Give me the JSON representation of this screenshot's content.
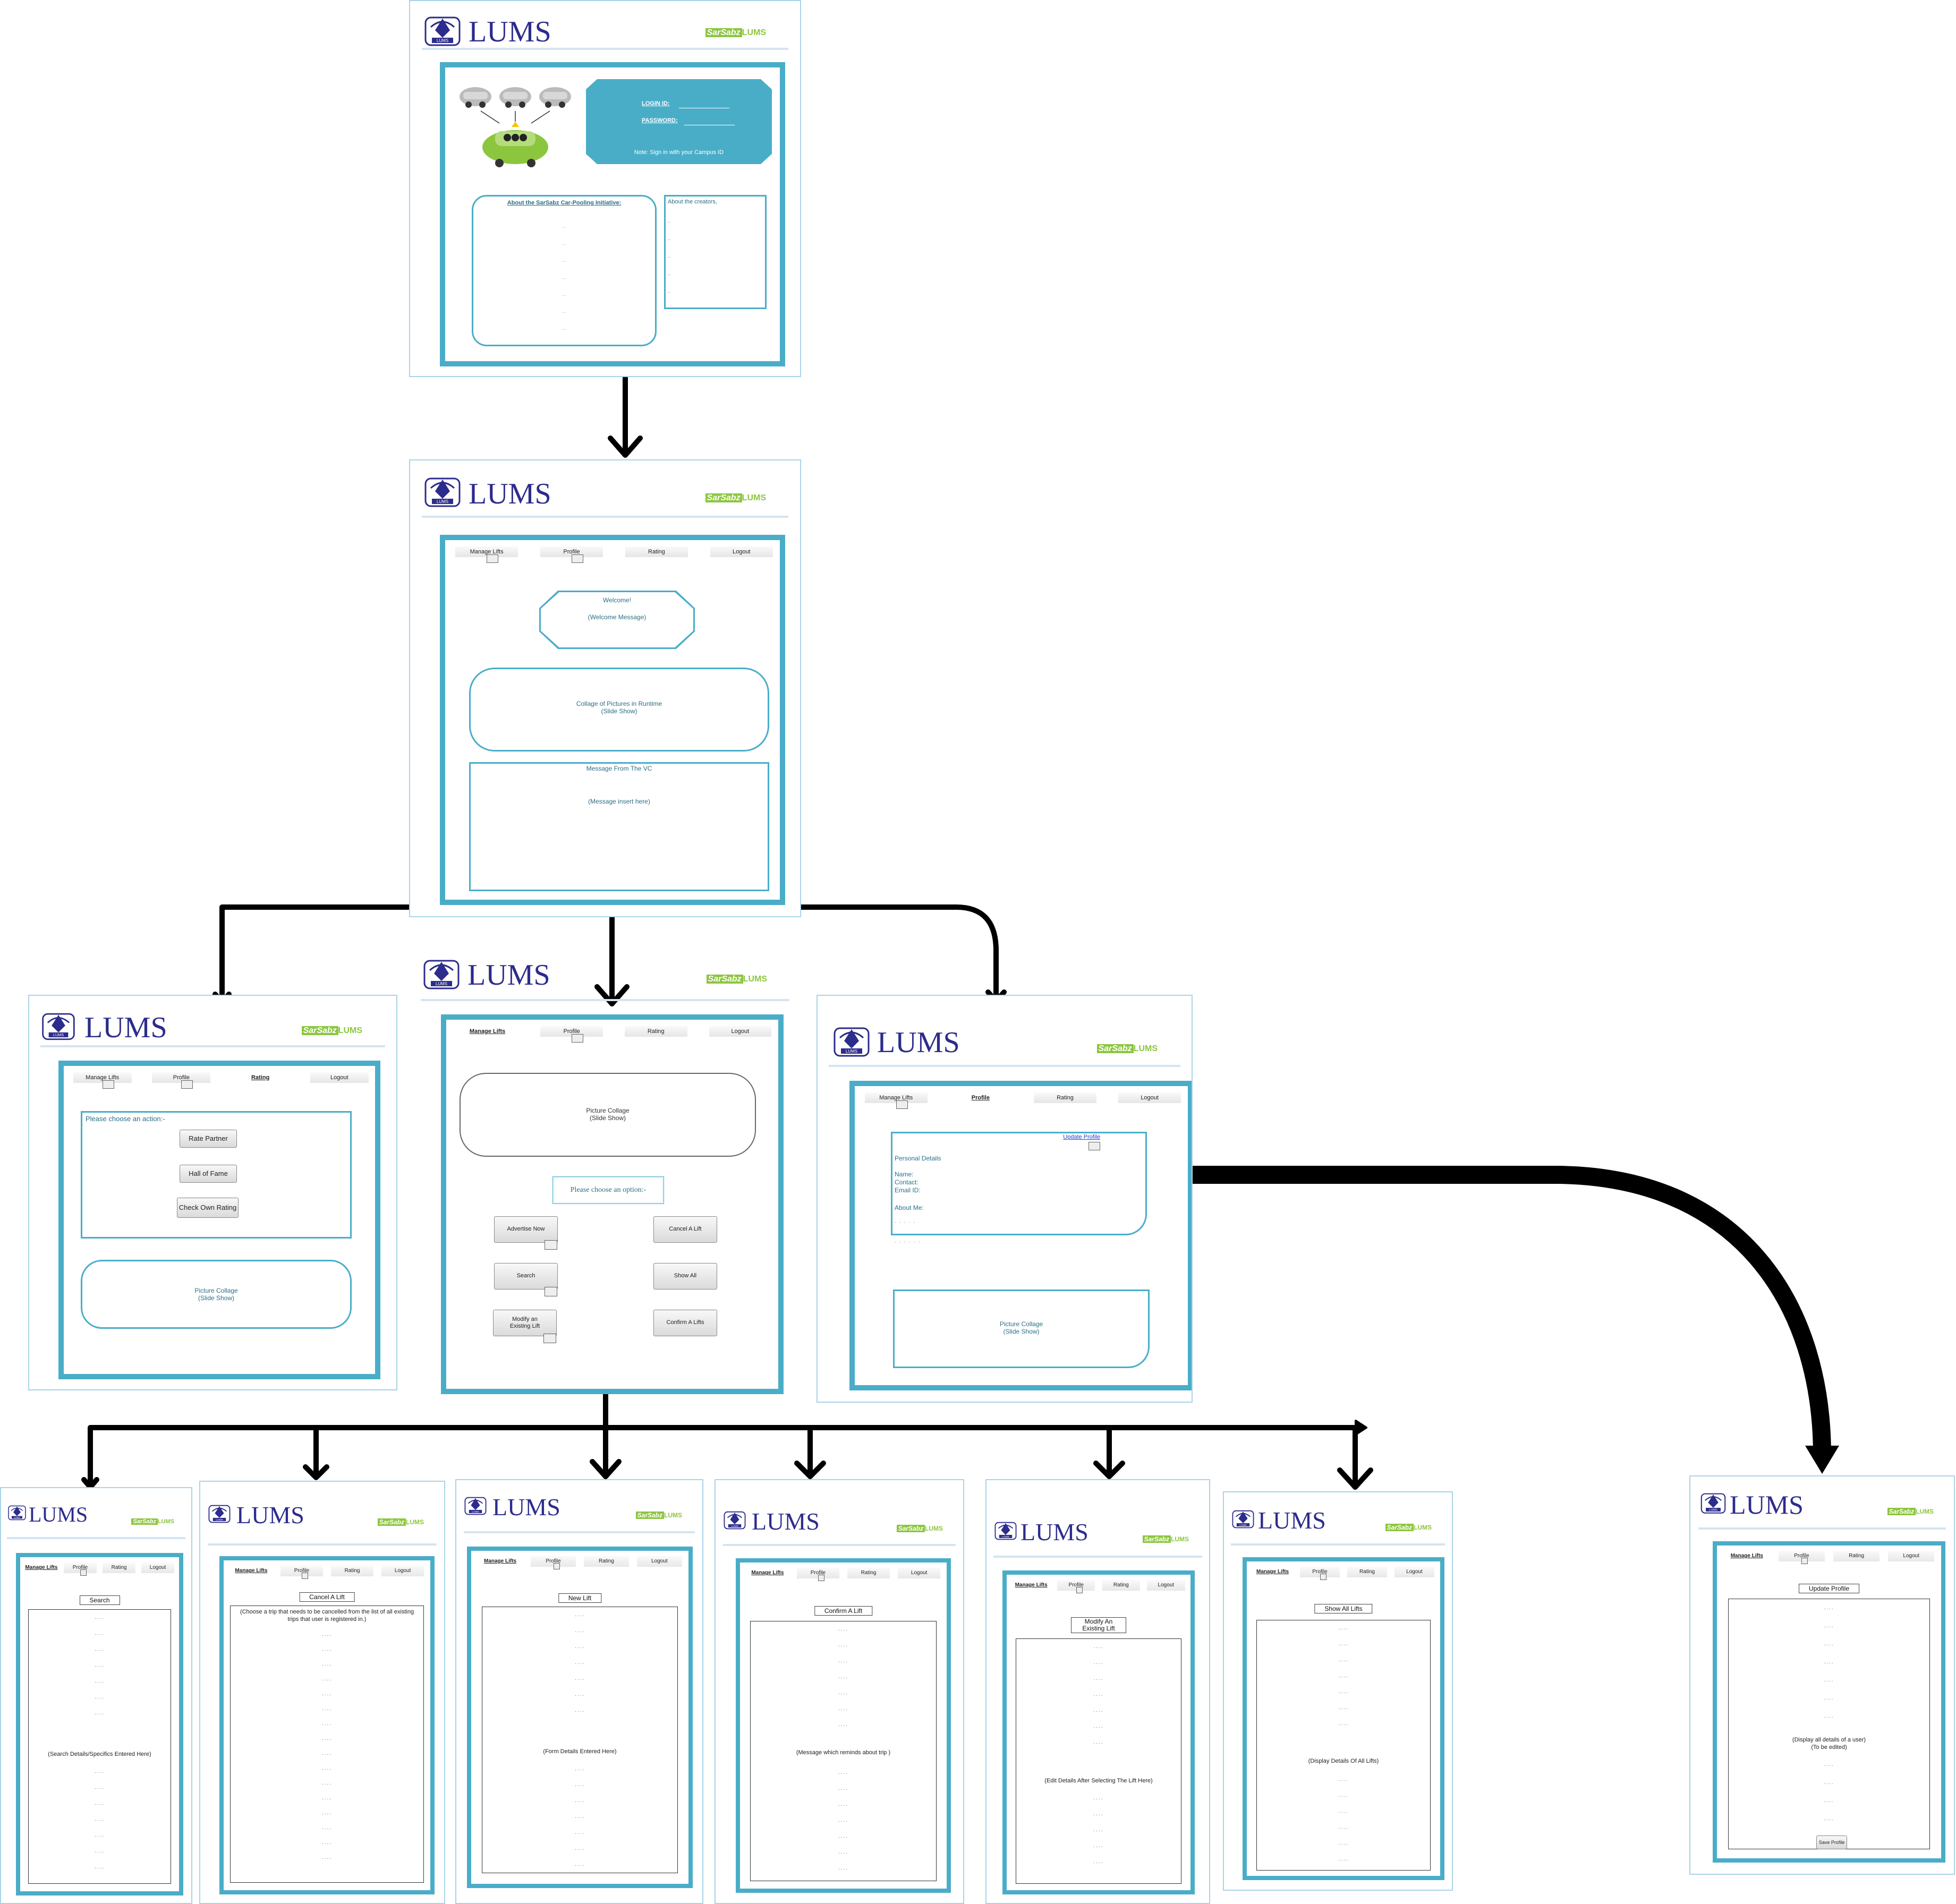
{
  "brand": {
    "name": "LUMS",
    "badge": "LUMS",
    "slogo_a": "SarSabz",
    "slogo_b": "LUMS"
  },
  "nav": {
    "manage": "Manage Lifts",
    "profile": "Profile",
    "rating": "Rating",
    "logout": "Logout"
  },
  "login_page": {
    "login_id": "LOGIN ID:",
    "password": "PASSWORD:",
    "note": "Note: Sign in with your Campus ID",
    "about_initiative": "About the SarSabz Car-Pooling Initiative:",
    "about_creators": "About the creators,"
  },
  "home_page": {
    "welcome": "Welcome!",
    "welcome_msg": "(Welcome Message)",
    "collage": "Collage of Pictures in Runtime",
    "collage_sub": "(Slide Show)",
    "vc_title": "Message From The VC",
    "vc_msg": "(Message insert here)"
  },
  "rating_page": {
    "prompt": "Please choose an action:-",
    "rate_partner": "Rate Partner",
    "hall_of_fame": "Hall of Fame",
    "check_own": "Check Own Rating",
    "collage": "Picture Collage",
    "collage_sub": "(Slide Show)"
  },
  "manage_page": {
    "collage": "Picture Collage",
    "collage_sub": "(Slide Show)",
    "prompt": "Please choose an option:-",
    "advertise": "Advertise Now",
    "cancel": "Cancel A Lift",
    "search": "Search",
    "show_all": "Show All",
    "modify": "Modify an Existing Lift",
    "confirm": "Confirm A Lifts"
  },
  "profile_page": {
    "update_link": "Update Profile",
    "personal": "Personal Details",
    "name": "Name:",
    "contact": "Contact:",
    "email": "Email ID:",
    "about": "About Me:",
    "collage": "Picture Collage",
    "collage_sub": "(Slide Show)"
  },
  "sub_pages": {
    "search": {
      "title": "Search",
      "text": "(Search Details/Specifics Entered Here)"
    },
    "cancel": {
      "title": "Cancel A Lift",
      "text": "(Choose a trip that needs to be cancelled from the list of all existing trips that user is registered in.)"
    },
    "new_lift": {
      "title": "New Lift",
      "text": "(Form Details Entered Here)"
    },
    "confirm": {
      "title": "Confirm A Lift",
      "text": "(Message which reminds about trip )"
    },
    "modify": {
      "title": "Modify An Existing Lift",
      "text": "(Edit Details After Selecting The Lift Here)"
    },
    "show_all": {
      "title": "Show All Lifts",
      "text": "(Display Details Of All Lifts)"
    },
    "update_profile": {
      "title": "Update Profile",
      "text": "(Display all details of a user)",
      "text2": "(To be edited)",
      "save": "Save Profile"
    }
  },
  "colors": {
    "frame": "#4aadc8",
    "page_border": "#a9d4e6",
    "brand": "#2c2c8c",
    "slogo": "#8cc63f",
    "arrow": "#000000"
  }
}
